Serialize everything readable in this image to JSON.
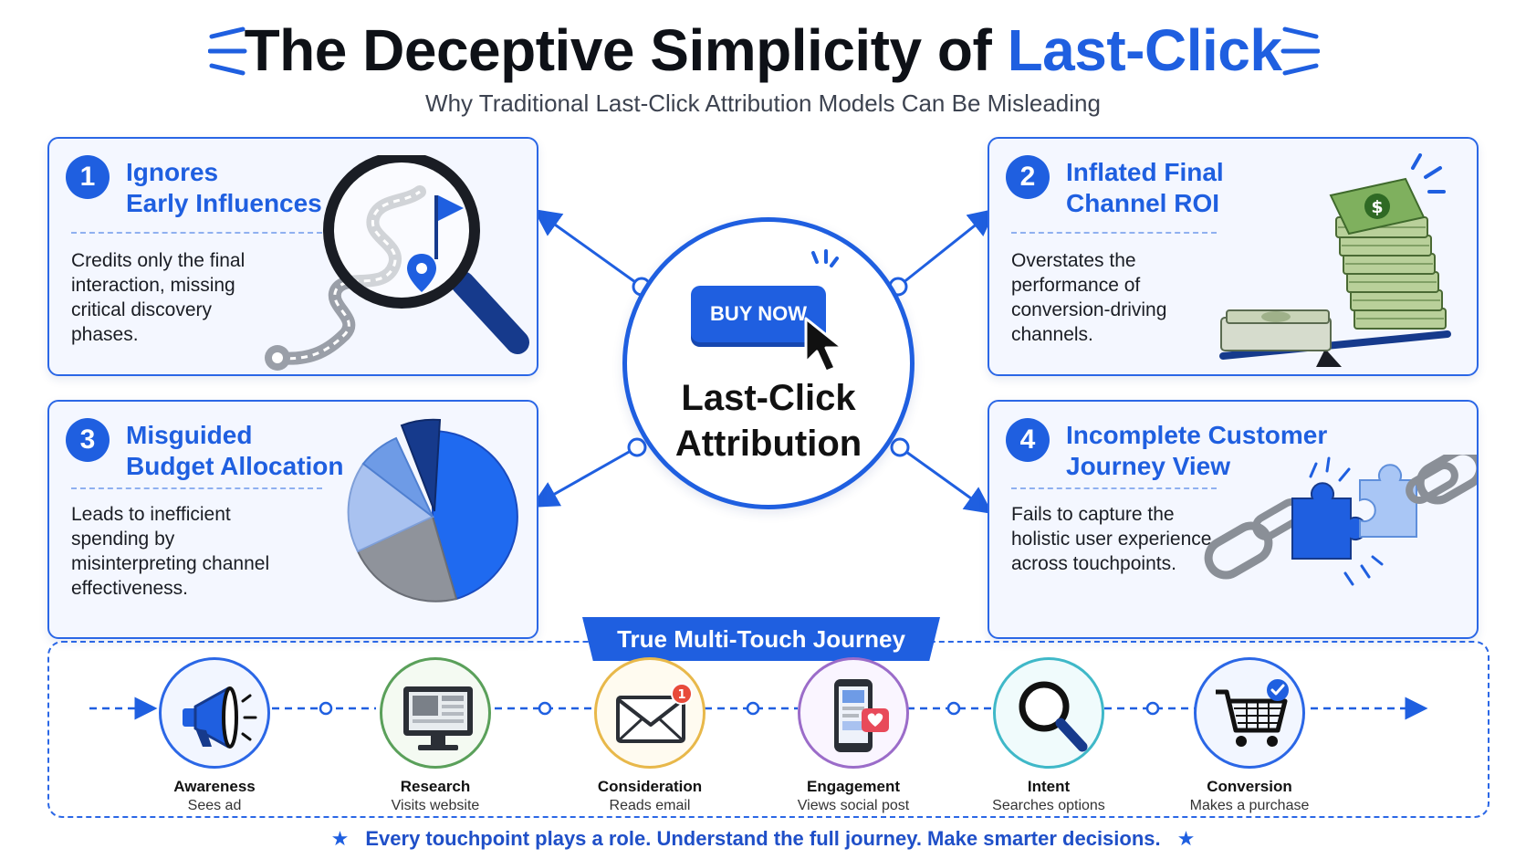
{
  "header": {
    "title_main": "The Deceptive Simplicity of ",
    "title_accent": "Last-Click",
    "subtitle": "Why Traditional Last-Click Attribution Models Can Be Misleading"
  },
  "center": {
    "button_label": "BUY NOW",
    "label_line1": "Last-Click",
    "label_line2": "Attribution"
  },
  "cards": [
    {
      "number": "1",
      "title_line1": "Ignores",
      "title_line2": "Early Influences",
      "description": "Credits only the final interaction, missing critical discovery phases."
    },
    {
      "number": "2",
      "title_line1": "Inflated Final",
      "title_line2": "Channel ROI",
      "description": "Overstates the performance of conversion-driving channels.",
      "icon_symbol": "$"
    },
    {
      "number": "3",
      "title_line1": "Misguided",
      "title_line2": "Budget Allocation",
      "description": "Leads to inefficient spending by misinterpreting channel effectiveness."
    },
    {
      "number": "4",
      "title_line1": "Incomplete Customer",
      "title_line2": "Journey View",
      "description": "Fails to capture the holistic user experience across touchpoints."
    }
  ],
  "journey": {
    "tab_label": "True Multi-Touch Journey",
    "notification_count": "1",
    "steps": [
      {
        "name": "Awareness",
        "sub": "Sees ad",
        "icon": "megaphone-icon",
        "color": "#2b67e6"
      },
      {
        "name": "Research",
        "sub": "Visits website",
        "icon": "computer-monitor-icon",
        "color": "#5aa05a"
      },
      {
        "name": "Consideration",
        "sub": "Reads email",
        "icon": "email-icon",
        "color": "#e8b84a"
      },
      {
        "name": "Engagement",
        "sub": "Views social post",
        "icon": "smartphone-icon",
        "color": "#9b6cc9"
      },
      {
        "name": "Intent",
        "sub": "Searches options",
        "icon": "magnifier-icon",
        "color": "#3fb8c8"
      },
      {
        "name": "Conversion",
        "sub": "Makes a purchase",
        "icon": "shopping-cart-icon",
        "color": "#2b67e6"
      }
    ]
  },
  "footer": {
    "star": "★",
    "text": "Every touchpoint plays a role. Understand the full journey. Make smarter decisions."
  },
  "colors": {
    "primary": "#1f5fe0",
    "card_bg": "#f4f7ff",
    "dark_navy": "#163a8c"
  }
}
